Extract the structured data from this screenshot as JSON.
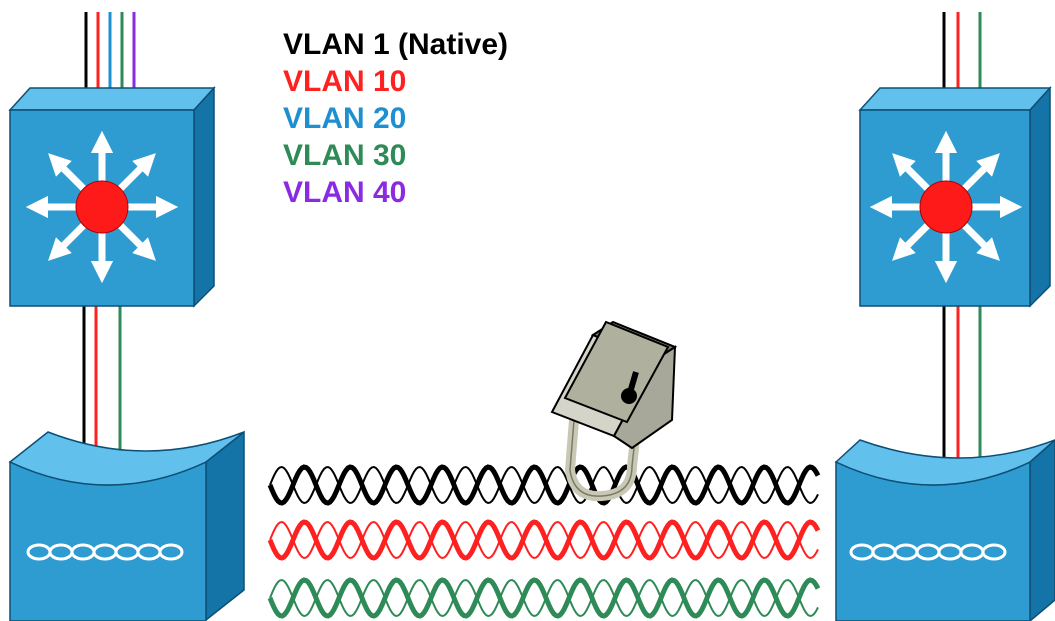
{
  "legend": [
    {
      "label": "VLAN 1 (Native)",
      "color": "#000000"
    },
    {
      "label": "VLAN 10",
      "color": "#ff2020"
    },
    {
      "label": "VLAN 20",
      "color": "#1e90d0"
    },
    {
      "label": "VLAN 30",
      "color": "#2e8b57"
    },
    {
      "label": "VLAN 40",
      "color": "#8a2be2"
    }
  ],
  "colors": {
    "switch_front": "#2e9cd0",
    "switch_top": "#62c0ec",
    "switch_side": "#1474a8",
    "switch_center": "#ff1a1a",
    "lock_body": "#a8a89a",
    "lock_shackle": "#c8c8b4"
  },
  "icons": {
    "multilayer_switch": "multilayer-switch-icon",
    "trunk_switch": "workgroup-switch-icon",
    "padlock": "padlock-icon"
  }
}
